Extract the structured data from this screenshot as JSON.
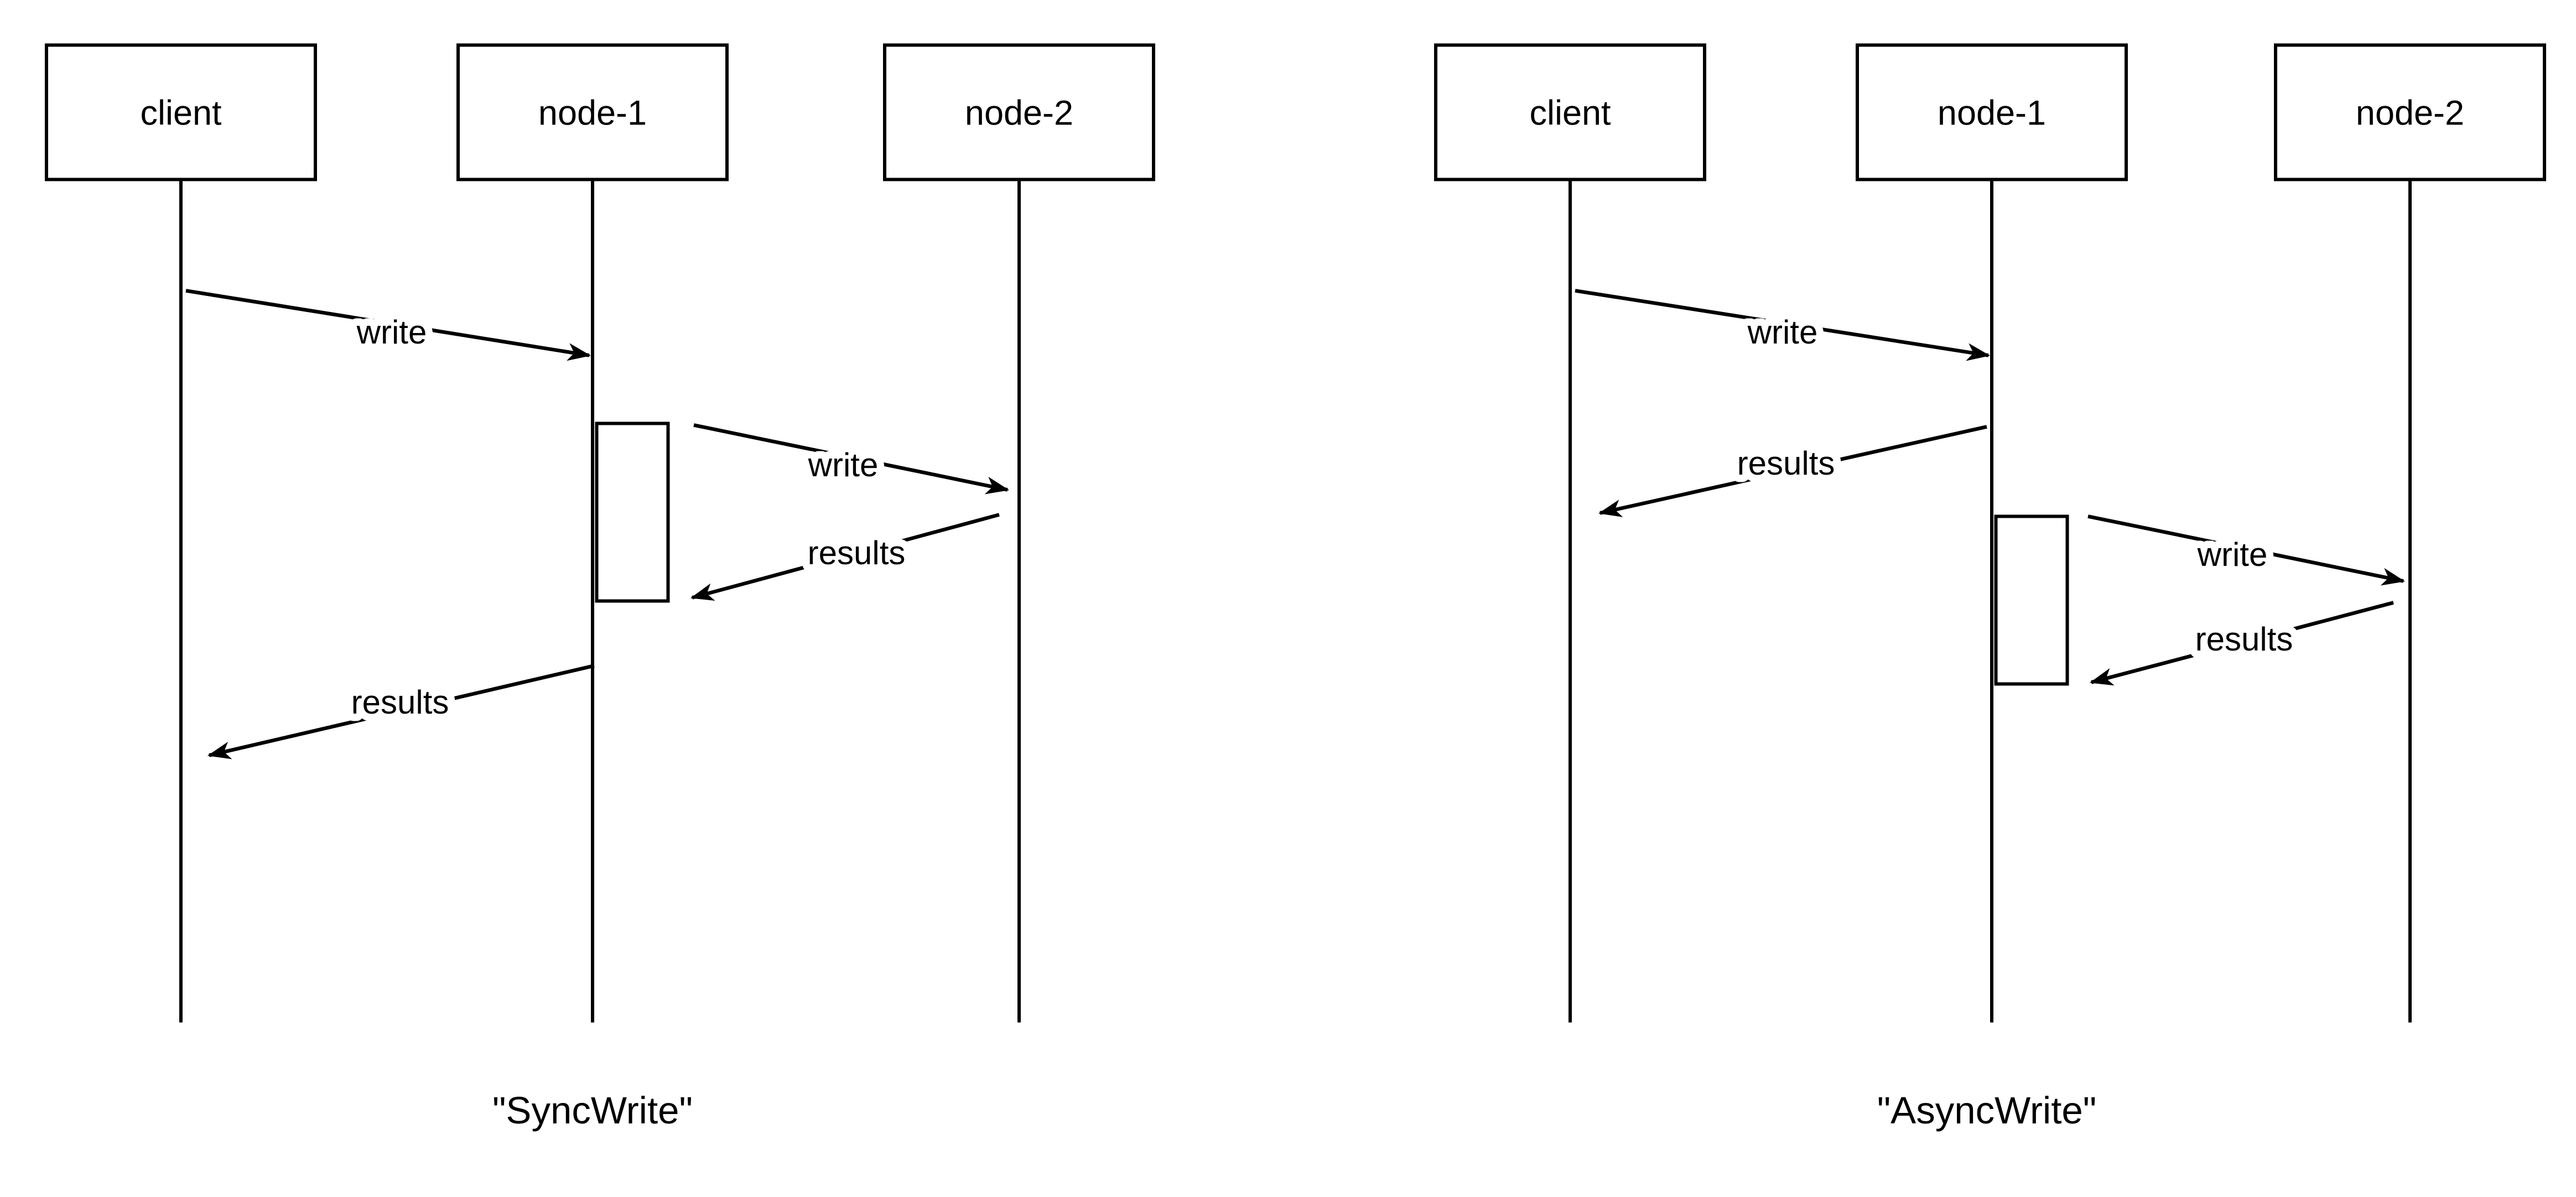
{
  "colors": {
    "background": "#ffffff",
    "ink": "#000000"
  },
  "diagrams": [
    {
      "caption": "\"SyncWrite\"",
      "actors": [
        {
          "label": "client"
        },
        {
          "label": "node-1"
        },
        {
          "label": "node-2"
        }
      ],
      "messages": [
        {
          "label": "write",
          "from": "client",
          "to": "node-1"
        },
        {
          "label": "write",
          "from": "node-1",
          "to": "node-2"
        },
        {
          "label": "results",
          "from": "node-2",
          "to": "node-1"
        },
        {
          "label": "results",
          "from": "node-1",
          "to": "client"
        }
      ]
    },
    {
      "caption": "\"AsyncWrite\"",
      "actors": [
        {
          "label": "client"
        },
        {
          "label": "node-1"
        },
        {
          "label": "node-2"
        }
      ],
      "messages": [
        {
          "label": "write",
          "from": "client",
          "to": "node-1"
        },
        {
          "label": "results",
          "from": "node-1",
          "to": "client"
        },
        {
          "label": "write",
          "from": "node-1",
          "to": "node-2"
        },
        {
          "label": "results",
          "from": "node-2",
          "to": "node-1"
        }
      ]
    }
  ]
}
